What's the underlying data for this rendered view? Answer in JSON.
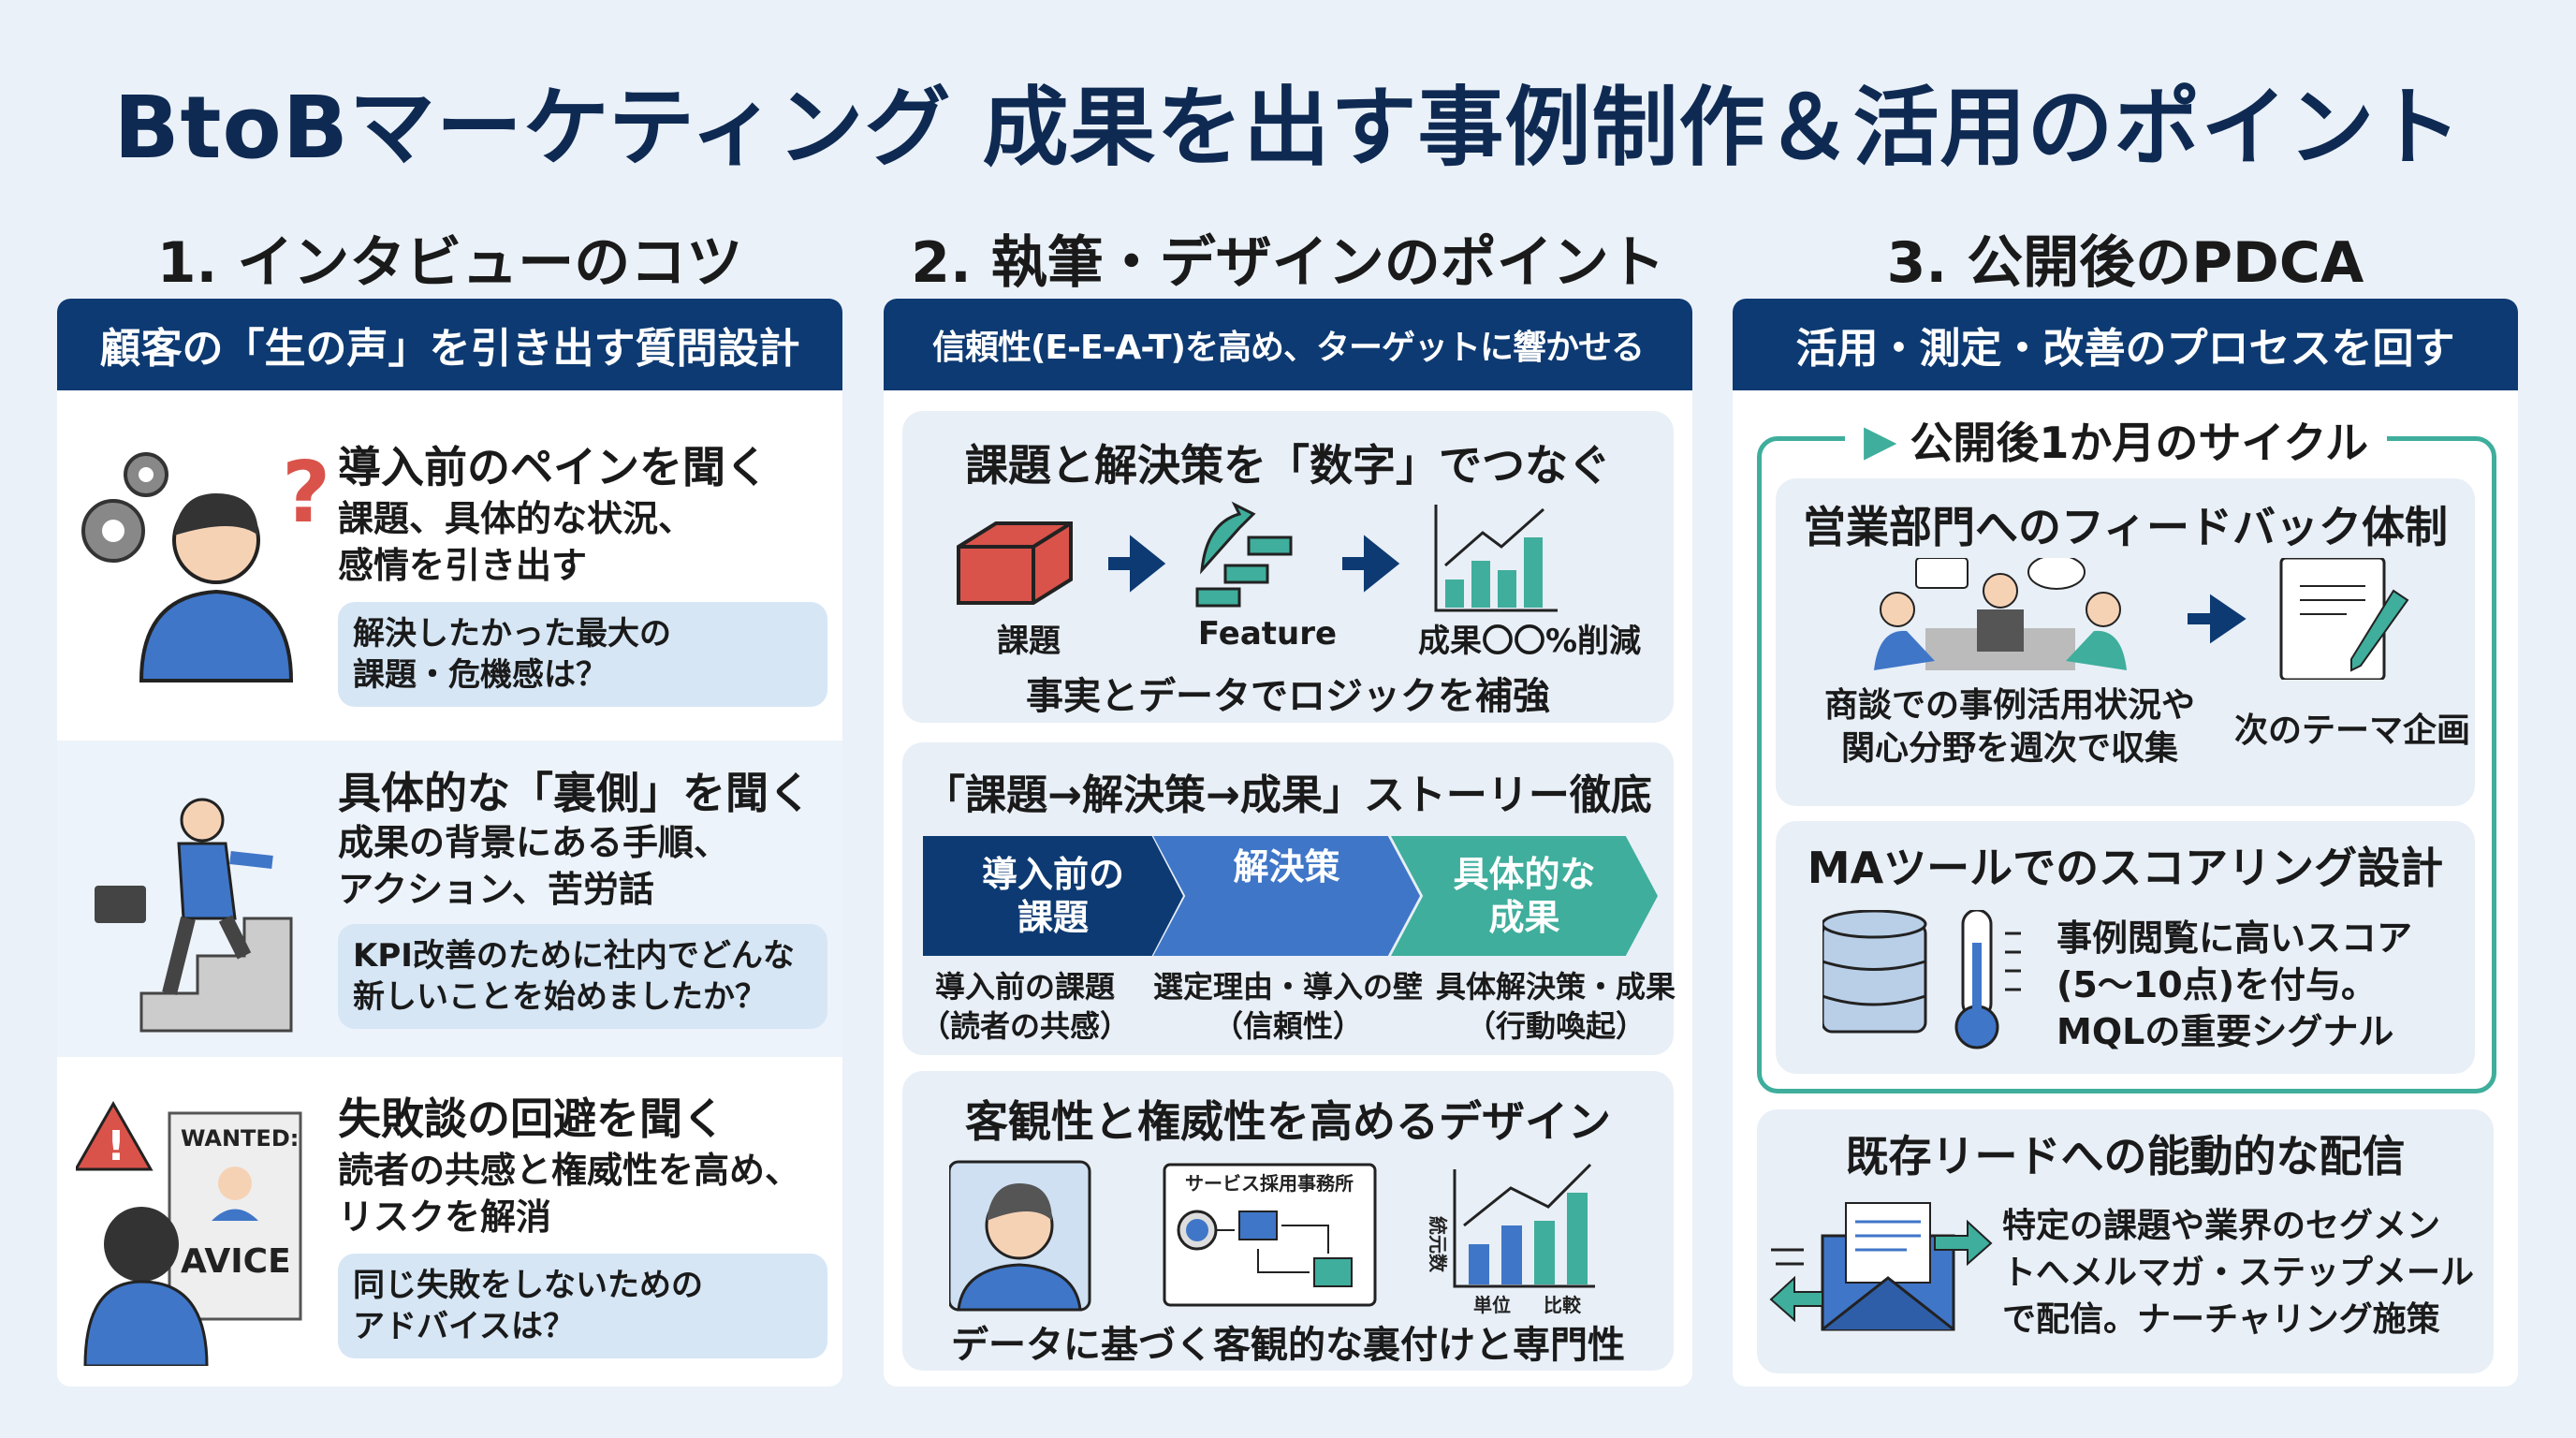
{
  "title": "BtoBマーケティング 成果を出す事例制作＆活用のポイント",
  "colors": {
    "navy": "#0d3a72",
    "blue": "#3f76c8",
    "teal": "#3fae9c",
    "red": "#d9534a",
    "bg": "#eaf1f9"
  },
  "col1": {
    "heading": "1. インタビューのコツ",
    "bar": "顧客の「生の声」を引き出す質問設計",
    "items": [
      {
        "title": "導入前のペインを聞く",
        "sub1": "課題、具体的な状況、",
        "sub2": "感情を引き出す",
        "q1": "解決したかった最大の",
        "q2": "課題・危機感は？",
        "icon": "thinking-person-icon"
      },
      {
        "title": "具体的な「裏側」を聞く",
        "sub1": "成果の背景にある手順、",
        "sub2": "アクション、苦労話",
        "q1": "KPI改善のために社内でどんな",
        "q2": "新しいことを始めましたか？",
        "icon": "climbing-stairs-icon"
      },
      {
        "title": "失敗談の回避を聞く",
        "sub1": "読者の共感と権威性を高め、",
        "sub2": "リスクを解消",
        "q1": "同じ失敗をしないための",
        "q2": "アドバイスは？",
        "icon": "warning-poster-icon",
        "poster_top": "WANTED:",
        "poster_bottom": "AVICE"
      }
    ]
  },
  "col2": {
    "heading": "2. 執筆・デザインのポイント",
    "bar": "信頼性(E-E-A-T)を高め、ターゲットに響かせる",
    "card1": {
      "title": "課題と解決策を「数字」でつなぐ",
      "labels": [
        "課題",
        "Feature",
        "成果〇〇%削減"
      ],
      "footer": "事実とデータでロジックを補強"
    },
    "card2": {
      "title": "「課題→解決策→成果」ストーリー徹底",
      "steps": [
        "導入前の\n課題",
        "解決策",
        "具体的な\n成果"
      ],
      "captions": [
        [
          "導入前の課題",
          "（読者の共感）"
        ],
        [
          "選定理由・導入の壁",
          "（信頼性）"
        ],
        [
          "具体解決策・成果",
          "（行動喚起）"
        ]
      ]
    },
    "card3": {
      "title": "客観性と権威性を高めるデザイン",
      "flow_title": "サービス採用事務所",
      "chart_ylabel": "統元数",
      "chart_xlabels": [
        "単位",
        "比較"
      ],
      "footer": "データに基づく客観的な裏付けと専門性"
    }
  },
  "col3": {
    "heading": "3. 公開後のPDCA",
    "bar": "活用・測定・改善のプロセスを回す",
    "cycle": "公開後1か月のサイクル",
    "card1": {
      "title": "営業部門へのフィードバック体制",
      "left1": "商談での事例活用状況や",
      "left2": "関心分野を週次で収集",
      "right": "次のテーマ企画"
    },
    "card2": {
      "title": "MAツールでのスコアリング設計",
      "l1": "事例閲覧に高いスコア",
      "l2": "(5〜10点)を付与。",
      "l3": "MQLの重要シグナル"
    },
    "card3": {
      "title": "既存リードへの能動的な配信",
      "l1": "特定の課題や業界のセグメン",
      "l2": "トへメルマガ・ステップメール",
      "l3": "で配信。ナーチャリング施策"
    }
  }
}
